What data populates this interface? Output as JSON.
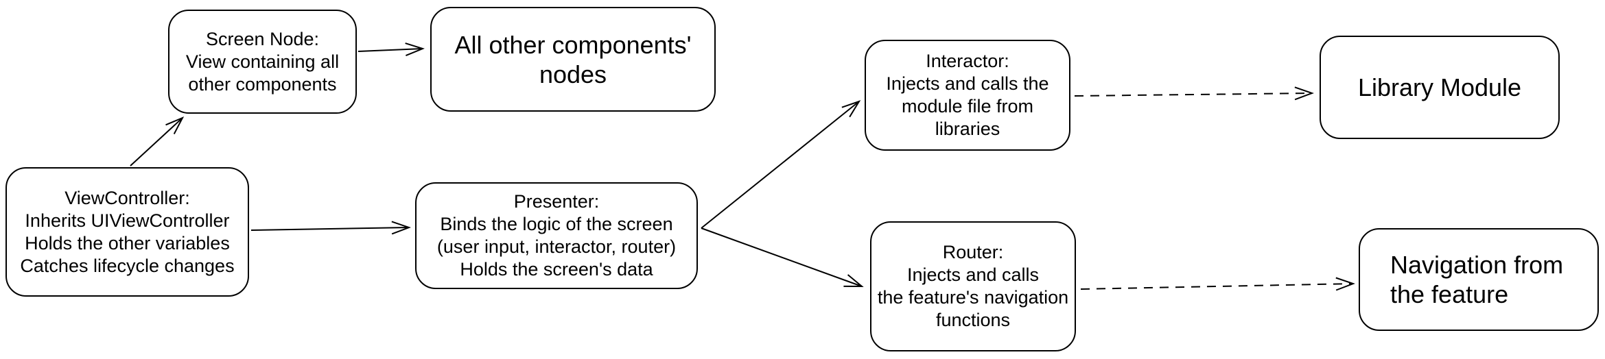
{
  "diagram": {
    "background_color": "#ffffff",
    "stroke_color": "#000000",
    "text_color": "#000000",
    "nodes": {
      "viewcontroller": {
        "text": "ViewController:\nInherits UIViewController\nHolds the other variables\nCatches lifecycle changes"
      },
      "screen_node": {
        "text": "Screen Node:\nView containing all\nother components"
      },
      "all_other_nodes": {
        "text": "All other components'\nnodes"
      },
      "presenter": {
        "text": "Presenter:\nBinds the logic of the screen\n(user input, interactor, router)\nHolds the screen's data"
      },
      "interactor": {
        "text": "Interactor:\nInjects and calls the\nmodule file from\nlibraries"
      },
      "router": {
        "text": "Router:\nInjects and calls\nthe feature's navigation\nfunctions"
      },
      "library_module": {
        "text": "Library Module"
      },
      "navigation": {
        "text": "Navigation from\nthe feature"
      }
    },
    "edges": [
      {
        "from": "viewcontroller",
        "to": "screen_node",
        "style": "solid"
      },
      {
        "from": "screen_node",
        "to": "all_other_nodes",
        "style": "solid"
      },
      {
        "from": "viewcontroller",
        "to": "presenter",
        "style": "solid"
      },
      {
        "from": "presenter",
        "to": "interactor",
        "style": "solid"
      },
      {
        "from": "presenter",
        "to": "router",
        "style": "solid"
      },
      {
        "from": "interactor",
        "to": "library_module",
        "style": "dashed"
      },
      {
        "from": "router",
        "to": "navigation",
        "style": "dashed"
      }
    ]
  }
}
